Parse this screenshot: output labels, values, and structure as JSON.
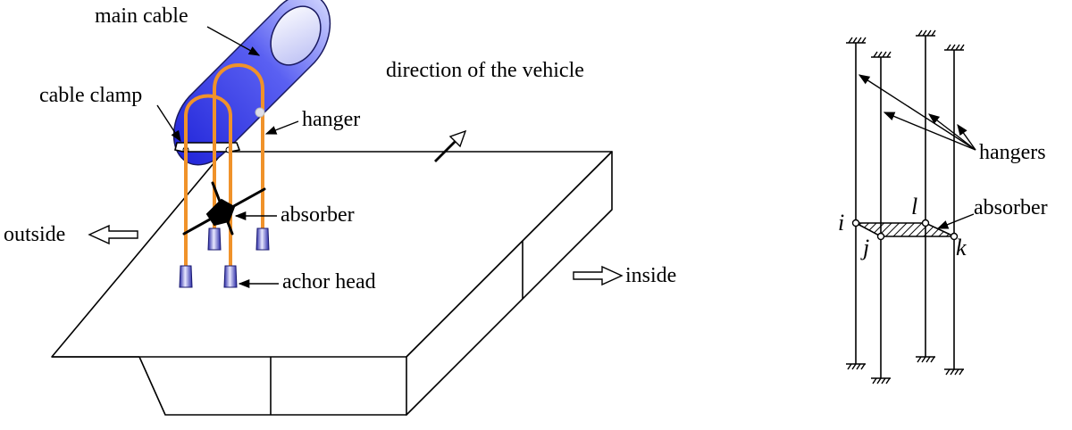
{
  "left_diagram": {
    "labels": {
      "main_cable": "main cable",
      "cable_clamp": "cable clamp",
      "hanger": "hanger",
      "direction": "direction of the vehicle",
      "absorber": "absorber",
      "outside": "outside",
      "inside": "inside",
      "anchor_head": "achor head"
    }
  },
  "right_diagram": {
    "labels": {
      "hangers": "hangers",
      "absorber": "absorber"
    },
    "nodes": {
      "i": "i",
      "j": "j",
      "k": "k",
      "l": "l"
    }
  },
  "colors": {
    "cable_blue": "#2a2ee6",
    "cable_light": "#c8ccff",
    "hanger_orange": "#f0922a",
    "anchor_blue": "#3a3ad0",
    "line": "#000000"
  }
}
